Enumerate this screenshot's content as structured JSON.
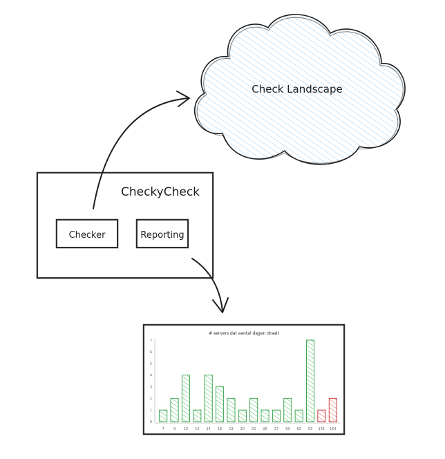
{
  "cloud": {
    "label": "Check Landscape",
    "fill": "#a5d8ff"
  },
  "app": {
    "title": "CheckyCheck",
    "boxes": [
      {
        "label": "Checker"
      },
      {
        "label": "Reporting"
      }
    ]
  },
  "chart_data": {
    "type": "bar",
    "title": "# servers dat aantal dagen draait",
    "categories": [
      "7",
      "9",
      "10",
      "13",
      "14",
      "18",
      "19",
      "20",
      "22",
      "26",
      "27",
      "59",
      "62",
      "63",
      "141",
      "164"
    ],
    "values": [
      1,
      2,
      4,
      1,
      4,
      3,
      2,
      1,
      2,
      1,
      1,
      2,
      1,
      7,
      1,
      2
    ],
    "colors": [
      "#b2f2bb",
      "#b2f2bb",
      "#b2f2bb",
      "#b2f2bb",
      "#b2f2bb",
      "#b2f2bb",
      "#b2f2bb",
      "#b2f2bb",
      "#b2f2bb",
      "#b2f2bb",
      "#b2f2bb",
      "#b2f2bb",
      "#b2f2bb",
      "#b2f2bb",
      "#ffc9c9",
      "#ffc9c9"
    ],
    "stroke_colors": [
      "#2f9e44",
      "#c92a2a"
    ],
    "yticks": [
      "0",
      "1",
      "2",
      "3",
      "4",
      "5",
      "6",
      "7"
    ],
    "ylim": [
      0,
      7
    ],
    "grid": false
  }
}
